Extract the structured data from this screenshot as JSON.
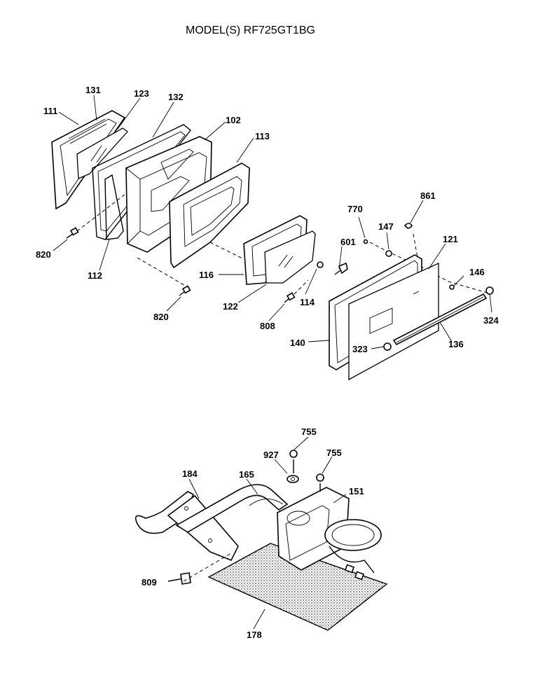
{
  "title": "MODEL(S) RF725GT1BG",
  "labels": {
    "p111": "111",
    "p131": "131",
    "p123": "123",
    "p132": "132",
    "p102": "102",
    "p113": "113",
    "p820a": "820",
    "p112": "112",
    "p116": "116",
    "p820b": "820",
    "p122": "122",
    "p808": "808",
    "p114": "114",
    "p601": "601",
    "p770": "770",
    "p147": "147",
    "p861": "861",
    "p121": "121",
    "p146": "146",
    "p324": "324",
    "p140": "140",
    "p323": "323",
    "p136": "136",
    "p755a": "755",
    "p927": "927",
    "p755b": "755",
    "p184": "184",
    "p165": "165",
    "p151": "151",
    "p809": "809",
    "p178": "178"
  }
}
